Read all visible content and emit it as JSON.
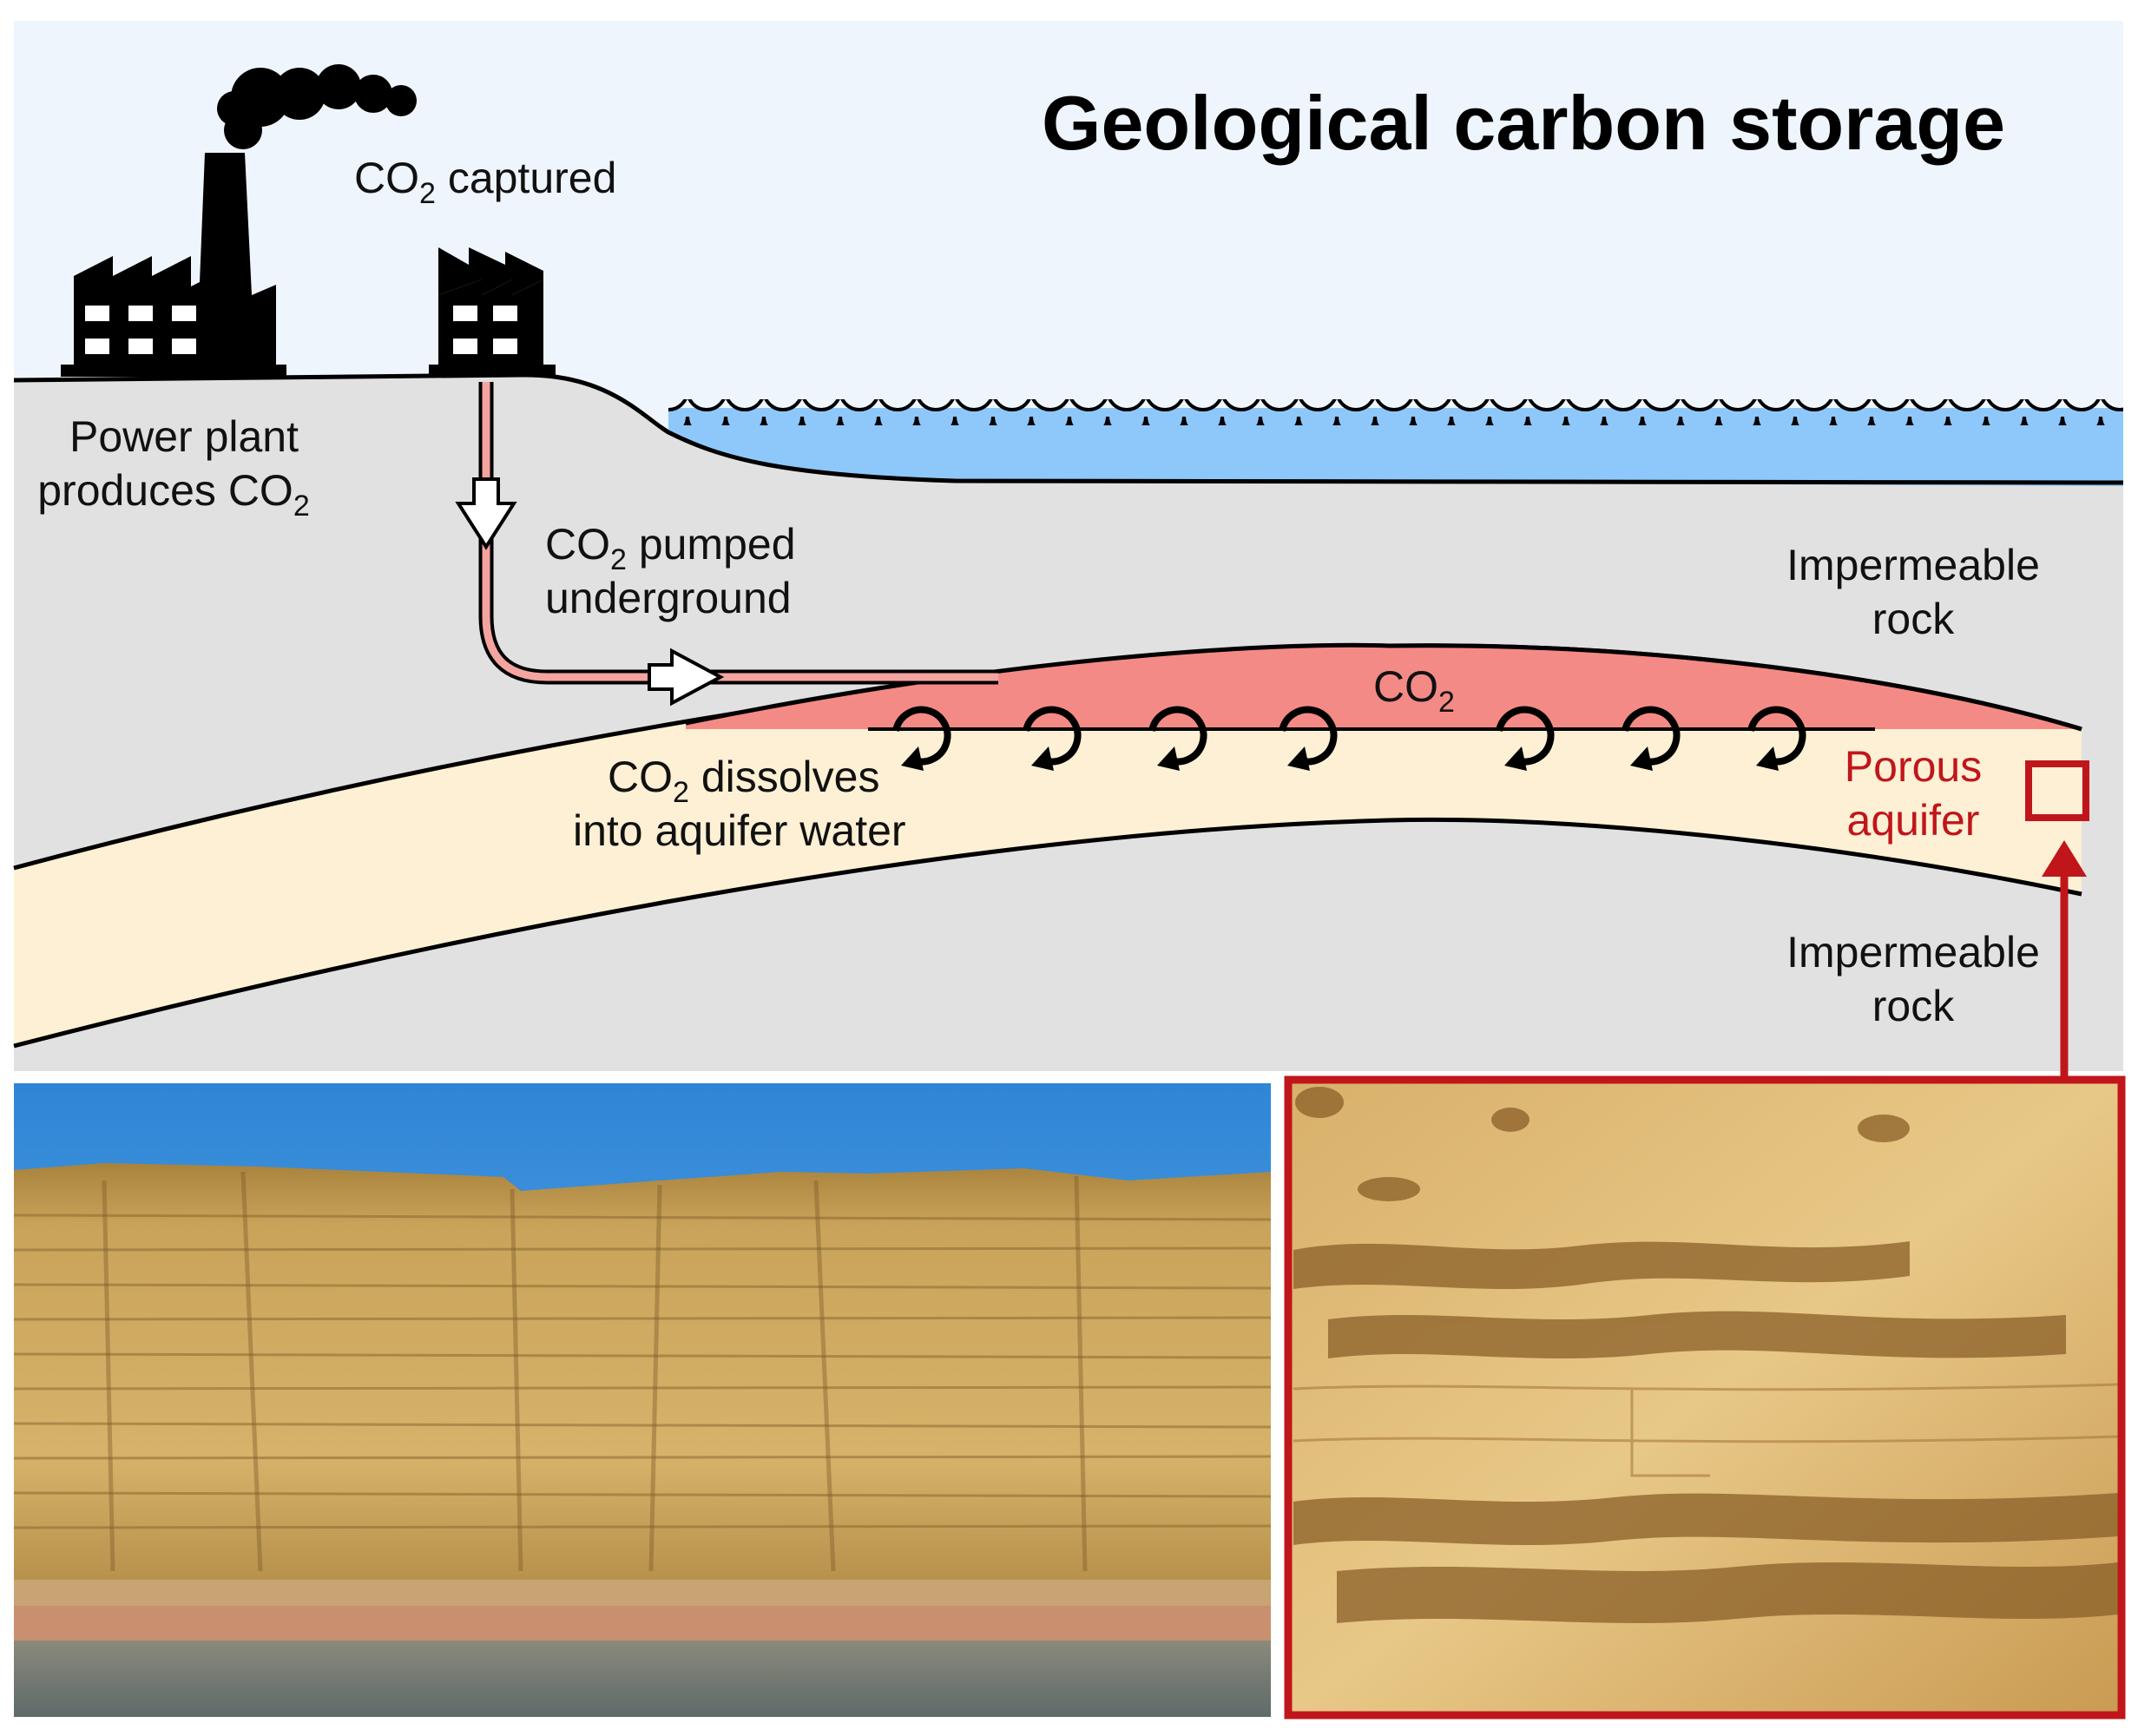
{
  "title": "Geological carbon storage",
  "labels": {
    "co2_captured": {
      "main": "CO",
      "sub": "2",
      "rest": " captured"
    },
    "power_plant": {
      "line1": "Power plant",
      "line2_main": "produces CO",
      "line2_sub": "2"
    },
    "pumped": {
      "line1_main": "CO",
      "line1_sub": "2",
      "line1_rest": " pumped",
      "line2": "underground"
    },
    "impermeable_upper": {
      "line1": "Impermeable",
      "line2": "rock"
    },
    "co2_plume": {
      "main": "CO",
      "sub": "2"
    },
    "dissolves": {
      "line1_main": "CO",
      "line1_sub": "2",
      "line1_rest": " dissolves",
      "line2": "into aquifer water"
    },
    "porous": {
      "line1": "Porous",
      "line2": "aquifer"
    },
    "impermeable_lower": {
      "line1": "Impermeable",
      "line2": "rock"
    }
  },
  "colors": {
    "sky": "#eef5fd",
    "sea": "#8ec8fb",
    "rock": "#e1e1e1",
    "aquifer": "#fdf0d4",
    "co2": "#f48a86",
    "pipe": "#f4a4a0",
    "accent_red": "#c0161b"
  },
  "icons": {
    "power_plant": "factory-with-chimney-icon",
    "capture_facility": "capture-facility-icon",
    "smoke": "smoke-cloud-icon",
    "flow_arrow": "hollow-arrow-icon",
    "dissolution": "circular-arrow-icon",
    "zoom_box": "zoom-square-icon",
    "zoom_arrow": "up-arrow-icon"
  },
  "photos": {
    "cliff": "sandstone-cliff-photo",
    "closeup": "porous-sandstone-closeup-photo"
  }
}
